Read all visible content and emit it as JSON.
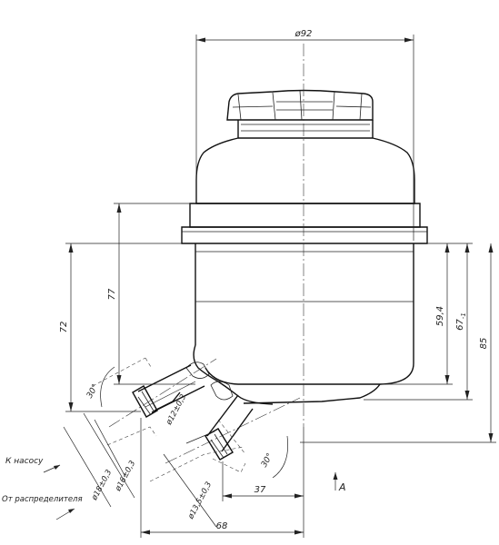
{
  "dimensions": {
    "dia_body": "ø92",
    "height_77": "77",
    "height_72": "72",
    "height_594": "59,4",
    "height_67": "67",
    "height_67_tol": "-1",
    "height_85": "85",
    "dia_12": "ø12±0,3",
    "dia_16": "ø16±0,3",
    "dia_18": "ø18±0,3",
    "dia_135": "ø13,5±0,3",
    "len_37": "37",
    "len_68": "68",
    "angle_upper": "30°",
    "angle_lower": "30°"
  },
  "labels": {
    "to_pump": "К насосу",
    "from_distributor": "От распределителя",
    "view_a": "А"
  }
}
